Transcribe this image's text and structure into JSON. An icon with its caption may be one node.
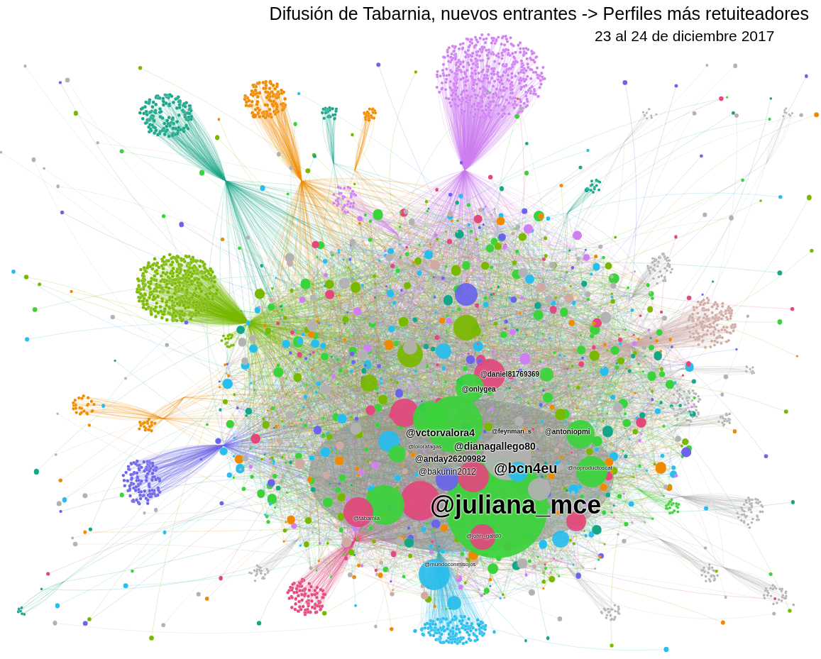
{
  "diagram": {
    "title": "Difusión de Tabarnia, nuevos entrantes -> Perfiles más retuiteadores",
    "labels": [
      "23 al 24 de diciembre 2017",
      "@daniel81769369",
      "@onlygea",
      "@antoniopmi",
      "@feynman_s",
      "@vctorvalora4",
      "@dianagallego80",
      "@lolorafagas",
      "@anday26209982",
      "@bcn4eu",
      "@bakunin2012",
      "@noproductoscat",
      "@juliana_mce",
      "@tabarnia",
      "@john_galt80",
      "@mundoconmisojos"
    ]
  }
}
